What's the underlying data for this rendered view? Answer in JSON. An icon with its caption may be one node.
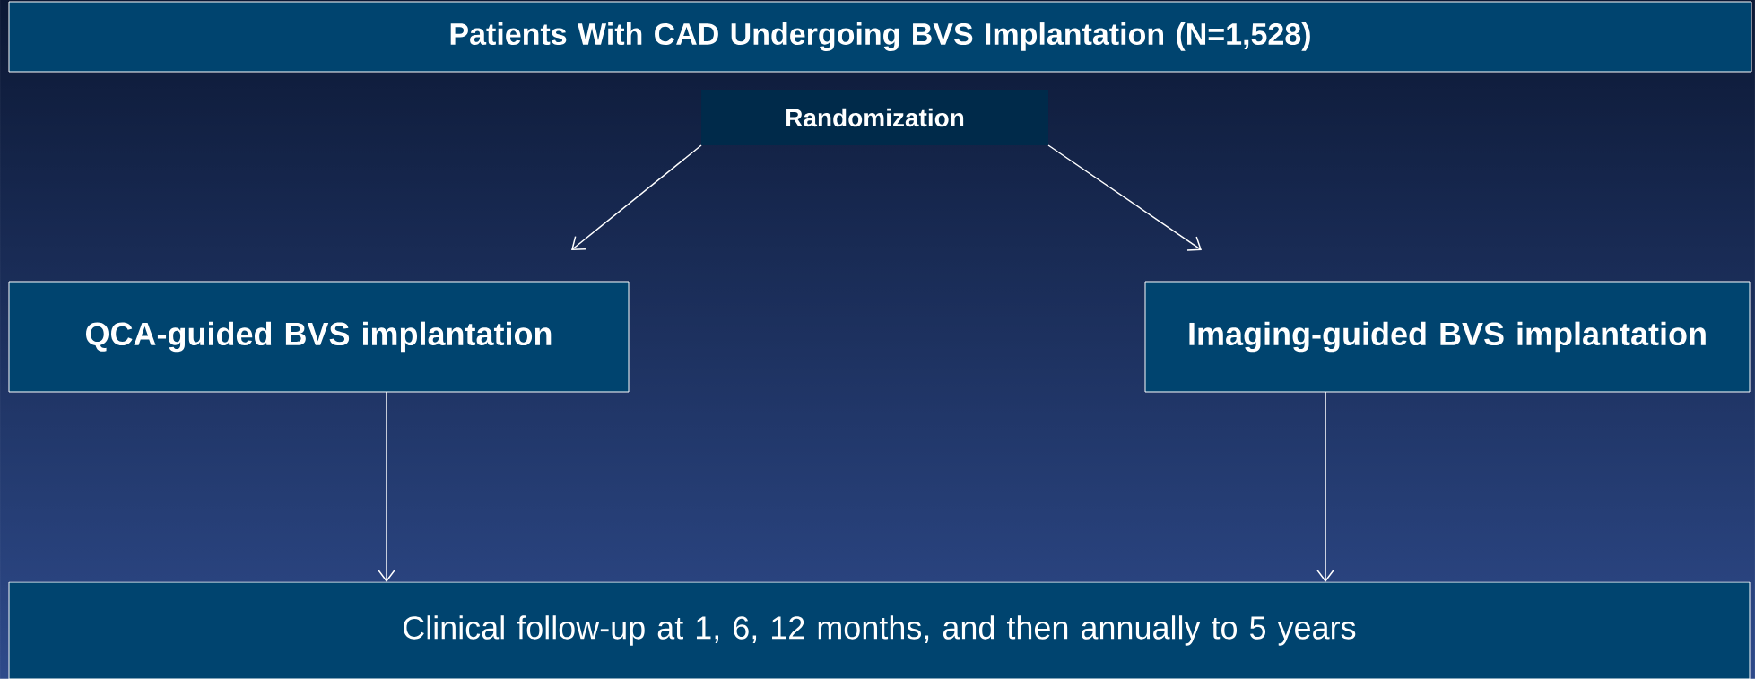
{
  "diagram": {
    "nodes": [
      {
        "text": [
          "Patients With CAD Undergoing BVS Implantation (N=1,528)"
        ]
      },
      {
        "text": [
          "Randomization"
        ]
      },
      {
        "text": [
          "QCA-guided BVS implantation"
        ]
      },
      {
        "text": [
          "Imaging-guided BVS implantation"
        ]
      },
      {
        "text": [
          "Clinical follow-up at 1, 6, 12 months, and then annually to 5 years"
        ]
      }
    ],
    "edges": [
      {
        "from": 1,
        "to": 2,
        "arrow": "to"
      },
      {
        "from": 1,
        "to": 3,
        "arrow": "to"
      },
      {
        "from": 2,
        "to": 4,
        "arrow": "to"
      },
      {
        "from": 3,
        "to": 4,
        "arrow": "to"
      }
    ]
  }
}
